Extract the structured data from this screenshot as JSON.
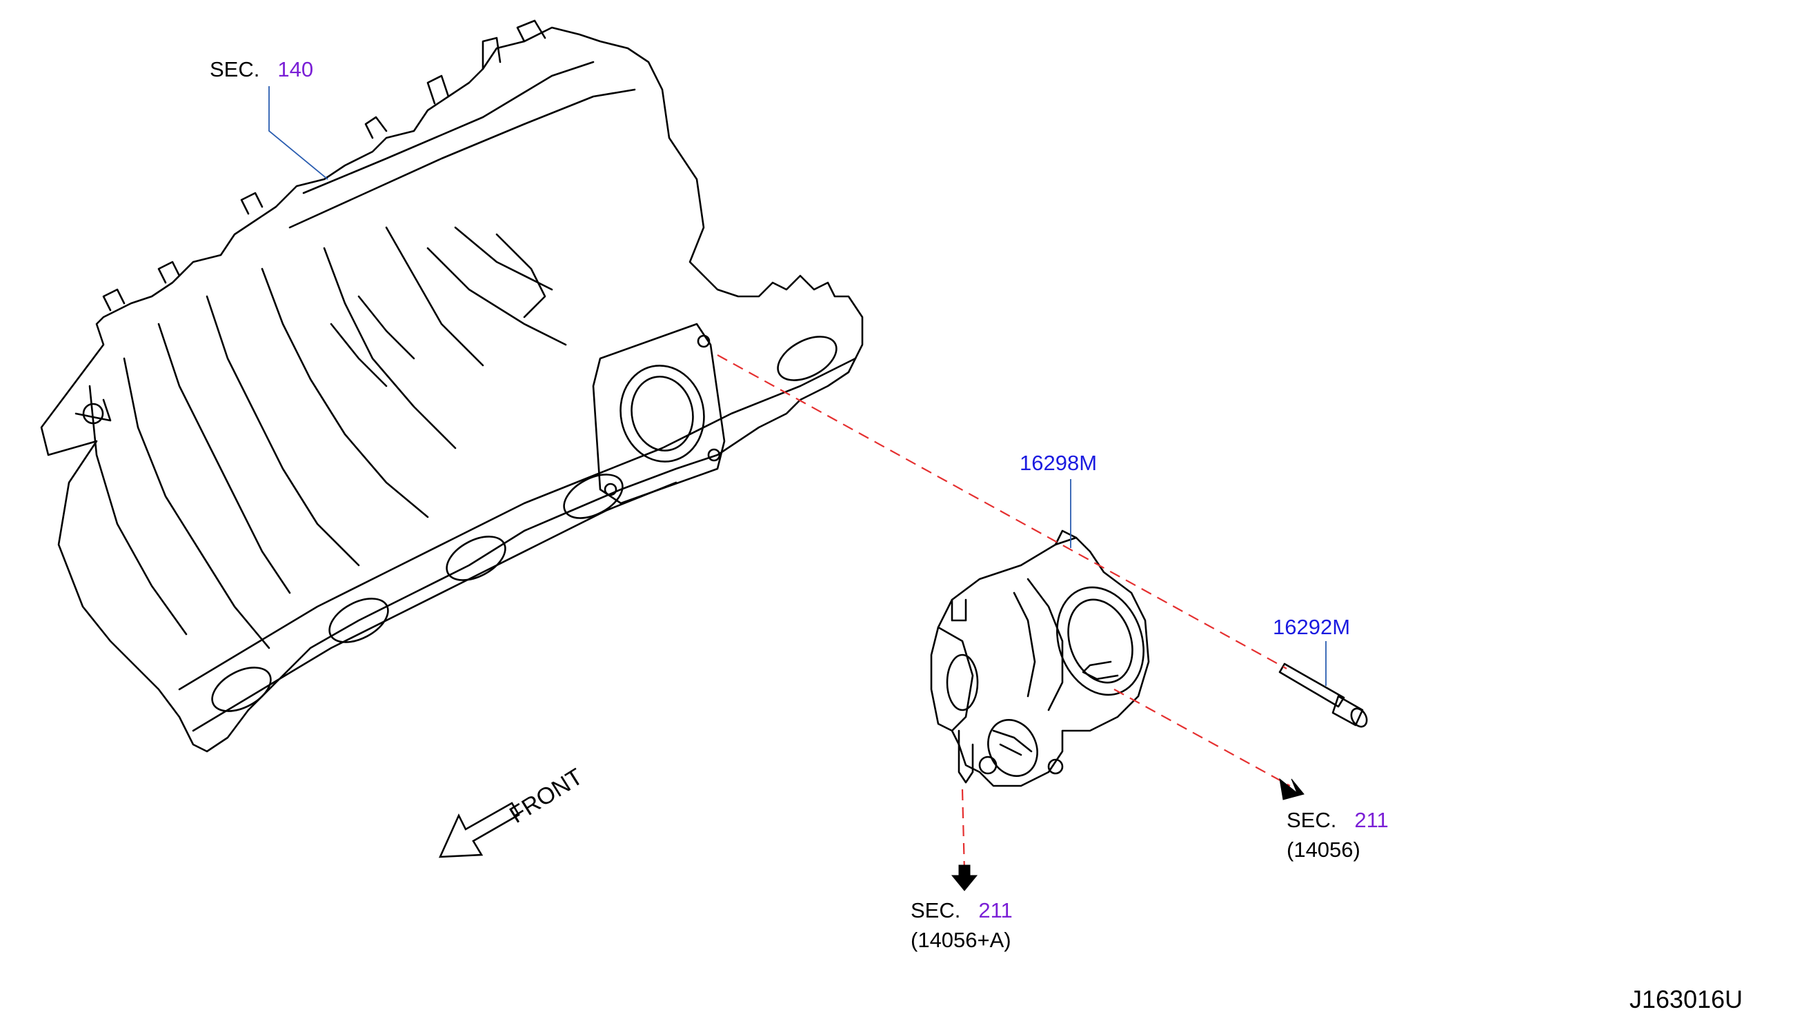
{
  "colors": {
    "linework": "#000000",
    "sec_number": "#7a1fd6",
    "part_number": "#1b1be0",
    "leader_line": "#2a5db0",
    "dashed_line": "#e53030"
  },
  "sec_refs": [
    {
      "prefix": "SEC.",
      "number": "140",
      "sub": ""
    },
    {
      "prefix": "SEC.",
      "number": "211",
      "sub": "(14056)"
    },
    {
      "prefix": "SEC.",
      "number": "211",
      "sub": "(14056+A)"
    }
  ],
  "parts": [
    {
      "number": "16298M"
    },
    {
      "number": "16292M"
    }
  ],
  "front_label": "FRONT",
  "drawing_id": "J163016U",
  "icons": [
    "front-arrow-icon",
    "flow-arrow-icon"
  ]
}
